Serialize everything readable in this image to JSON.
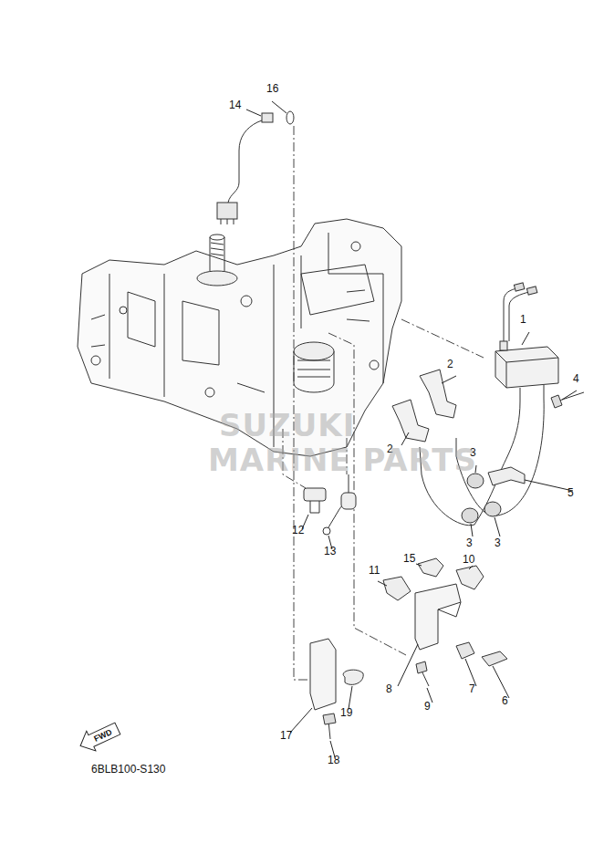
{
  "diagram": {
    "nodes": [
      {
        "text": [
          "FWD"
        ]
      }
    ],
    "labels": [
      "16",
      "14",
      "1",
      "2",
      "4",
      "2",
      "3",
      "5",
      "3",
      "3",
      "15",
      "10",
      "11",
      "12",
      "13",
      "8",
      "9",
      "7",
      "6",
      "19",
      "17",
      "18",
      "6BLB100-S130",
      "SUZUKI",
      "MARINE PARTS"
    ]
  }
}
